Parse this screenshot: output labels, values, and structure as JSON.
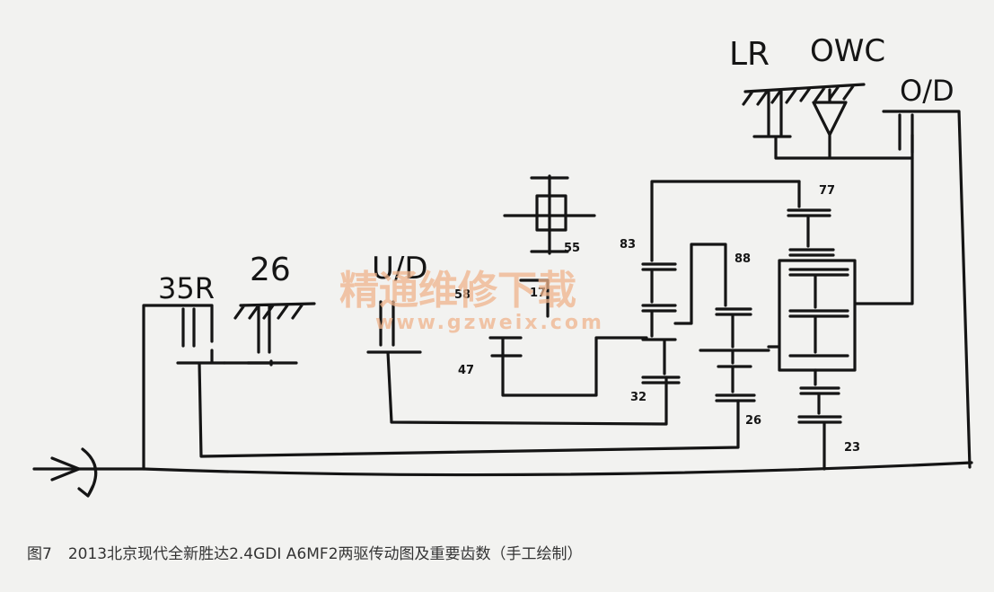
{
  "labels": {
    "c35r": "35R",
    "b26": "26",
    "ud": "U/D",
    "lr": "LR",
    "owc": "OWC",
    "od": "O/D"
  },
  "teeth": {
    "t77": "77",
    "t83": "83",
    "t88": "88",
    "t55": "55",
    "t58": "58",
    "t17": "17",
    "t47": "47",
    "t32": "32",
    "t26": "26",
    "t23": "23"
  },
  "watermark": {
    "title": "精通维修下载",
    "url": "www.gzweix.com"
  },
  "caption": {
    "figure": "图7",
    "text": "2013北京现代全新胜达2.4GDI A6MF2两驱传动图及重要齿数（手工绘制）"
  }
}
